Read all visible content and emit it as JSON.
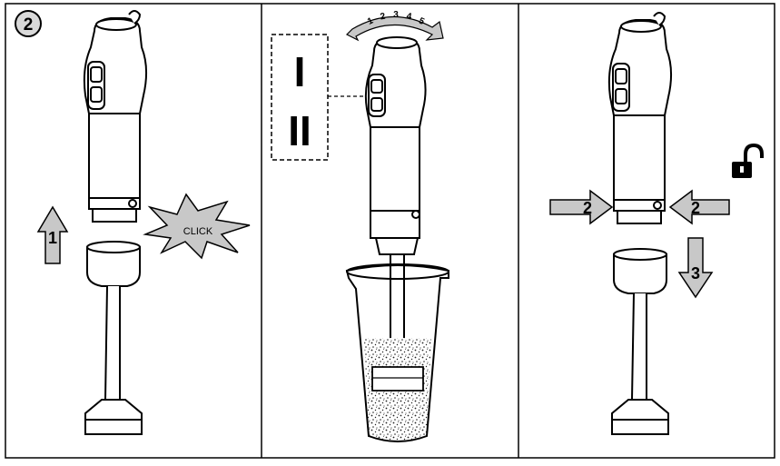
{
  "step_badge": "2",
  "panel1": {
    "arrow_number": "1",
    "click_label": "CLICK"
  },
  "panel2": {
    "speed_numbers": [
      "1",
      "2",
      "3",
      "4",
      "5"
    ],
    "speed_label_low": "I",
    "speed_label_high": "II"
  },
  "panel3": {
    "left_arrow_number": "2",
    "right_arrow_number": "2",
    "down_arrow_number": "3",
    "unlock_icon": "unlock-icon"
  },
  "colors": {
    "line": "#000000",
    "arrow_fill": "#c8c8c8",
    "badge_fill": "#d9d9d9",
    "foam": "#b0b0b0"
  }
}
